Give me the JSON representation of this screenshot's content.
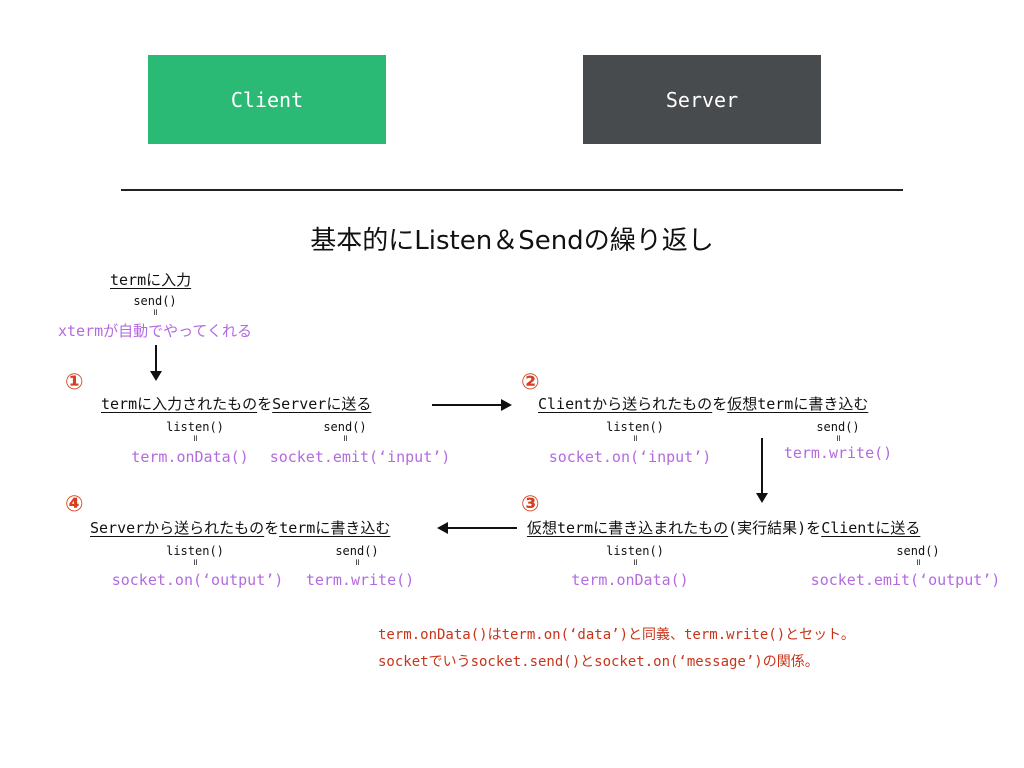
{
  "colors": {
    "client_box": "#2bba76",
    "server_box": "#484b4e",
    "code": "#b36bdf",
    "step_number": "#d6401f",
    "note": "#c8341a",
    "text": "#111111"
  },
  "header": {
    "client_label": "Client",
    "server_label": "Server"
  },
  "title": "基本的にListen＆Sendの繰り返し",
  "input": {
    "heading": "termに入力",
    "fn": "send()",
    "eq": "॥",
    "code": "xtermが自動でやってくれる"
  },
  "steps": [
    {
      "number": "①",
      "heading_parts": [
        {
          "text": "termに入力されたもの",
          "underline": true
        },
        {
          "text": "を",
          "underline": false
        },
        {
          "text": "Serverに送る",
          "underline": true
        }
      ],
      "listen": {
        "fn": "listen()",
        "eq": "॥",
        "code": "term.onData()"
      },
      "send": {
        "fn": "send()",
        "eq": "॥",
        "code": "socket.emit(‘input’)"
      }
    },
    {
      "number": "②",
      "heading_parts": [
        {
          "text": "Clientから送られたもの",
          "underline": true
        },
        {
          "text": "を",
          "underline": false
        },
        {
          "text": "仮想termに書き込む",
          "underline": true
        }
      ],
      "listen": {
        "fn": "listen()",
        "eq": "॥",
        "code": "socket.on(‘input’)"
      },
      "send": {
        "fn": "send()",
        "eq": "॥",
        "code": "term.write()"
      }
    },
    {
      "number": "③",
      "heading_parts": [
        {
          "text": "仮想termに書き込まれたもの",
          "underline": true
        },
        {
          "text": "(実行結果)を",
          "underline": false
        },
        {
          "text": "Clientに送る",
          "underline": true
        }
      ],
      "listen": {
        "fn": "listen()",
        "eq": "॥",
        "code": "term.onData()"
      },
      "send": {
        "fn": "send()",
        "eq": "॥",
        "code": "socket.emit(‘output’)"
      }
    },
    {
      "number": "④",
      "heading_parts": [
        {
          "text": "Serverから送られたもの",
          "underline": true
        },
        {
          "text": "を",
          "underline": false
        },
        {
          "text": "termに書き込む",
          "underline": true
        }
      ],
      "listen": {
        "fn": "listen()",
        "eq": "॥",
        "code": "socket.on(‘output’)"
      },
      "send": {
        "fn": "send()",
        "eq": "॥",
        "code": "term.write()"
      }
    }
  ],
  "notes": [
    "term.onData()はterm.on(‘data’)と同義、term.write()とセット。",
    "socketでいうsocket.send()とsocket.on(‘message’)の関係。"
  ]
}
